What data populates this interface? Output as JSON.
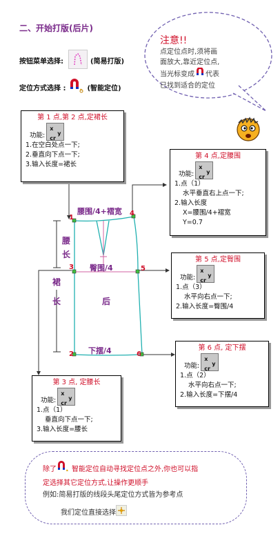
{
  "heading": "二、开始打版(后片)",
  "menu_select": {
    "label": "按钮菜单选择:",
    "suffix": "(简易打版)",
    "icon": "pen-tool-icon"
  },
  "locate_mode": {
    "label": "定位方式选择 :",
    "suffix": "(智能定位)",
    "icon": "magnet-icon"
  },
  "notice": {
    "title": "注意!!",
    "lines": [
      "点定位点时,须将画",
      "面放大,靠近定位点,",
      "当光标变成",
      "代表",
      "已找到适合的定位"
    ]
  },
  "point_boxes": [
    {
      "title": "第 1 点,第 2 点,定裙长",
      "func": "功能:",
      "lines": [
        "1.在空白处点一下;",
        "2.垂直向下点一下;",
        "3.输入长度=裙长"
      ]
    },
    {
      "title": "第 4 点,定腰围",
      "func": "功能:",
      "lines": [
        "1.点（1）",
        "水平垂直右上点一下;",
        "2.输入长度",
        "X=腰围/4+褶宽",
        "Y=0.7"
      ]
    },
    {
      "title": "第 5 点,定臀围",
      "func": "功能:",
      "lines": [
        "1.点（3）",
        "水平向右点一下;",
        "2.输入长度=臀围/4"
      ]
    },
    {
      "title": "第 6 点, 定下摆",
      "func": "功能:",
      "lines": [
        "1.点（2）",
        "水平向右点一下;",
        "2.输入长度=下摆/4"
      ]
    },
    {
      "title": "第 3 点, 定腰长",
      "func": "功能:",
      "lines": [
        "1.点（1）",
        "垂直向下点一下;",
        "3.输入长度=腰长"
      ]
    }
  ],
  "diagram": {
    "top_label": "腰围/4+褶宽",
    "hip_label": "臀围/4",
    "hem_label": "下摆/4",
    "center_label": "后",
    "waist_len": [
      "腰",
      "长"
    ],
    "skirt_len": [
      "裙",
      "长"
    ],
    "points": [
      "1",
      "2",
      "3",
      "4",
      "5",
      "6"
    ]
  },
  "footer": {
    "line1a": "除了",
    "line1b": "智能定位自动寻找定位点之外,你也可以指",
    "line2": "定选择其它定位方式,让操作更顺手",
    "line3": "例如:简易打版的线段头尾定位方式皆为参考点",
    "line4": "我们定位直接选择"
  },
  "colors": {
    "red": "#d0102a",
    "purple": "#7a2a8a",
    "cyan": "#20b0b0",
    "pink": "#d060a0",
    "dash": "#7060b0"
  }
}
